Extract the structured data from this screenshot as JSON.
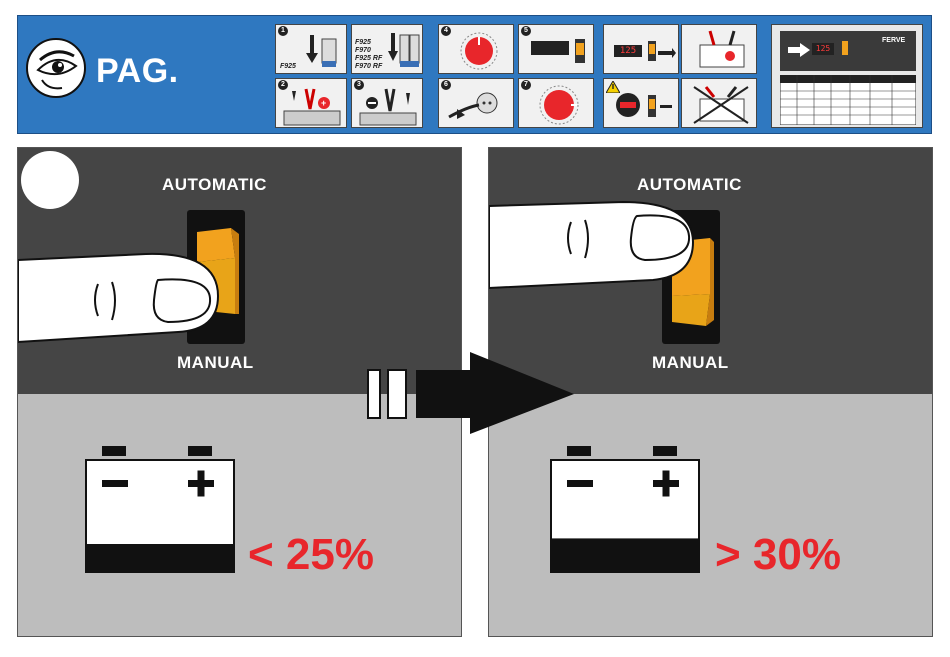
{
  "header": {
    "title": "PAG.",
    "thumbnails": {
      "t1": {
        "num": "1",
        "label": "F925"
      },
      "t1b": {
        "label": "F925\nF970\nF925 RF\nF970 RF"
      },
      "t2": {
        "num": "2"
      },
      "t3": {
        "num": "3"
      },
      "t4": {
        "num": "4"
      },
      "t5": {
        "num": "5"
      },
      "t6": {
        "num": "6"
      },
      "t7": {
        "num": "7"
      },
      "display_value": "125",
      "brand": "FERVE"
    }
  },
  "left_panel": {
    "top_label": "AUTOMATIC",
    "bottom_label": "MANUAL",
    "charge": "< 25%"
  },
  "right_panel": {
    "top_label": "AUTOMATIC",
    "bottom_label": "MANUAL",
    "charge": "> 30%"
  },
  "battery_fill": {
    "left": 0.25,
    "right": 0.3
  },
  "colors": {
    "header_blue": "#2f78c0",
    "accent_red": "#e8262b",
    "switch_orange": "#f2a21e",
    "panel_dark": "#454545",
    "panel_light": "#bdbdbd"
  },
  "icons": [
    "eye-icon",
    "finger-icon",
    "battery-icon",
    "arrow-right-icon",
    "warning-icon"
  ]
}
